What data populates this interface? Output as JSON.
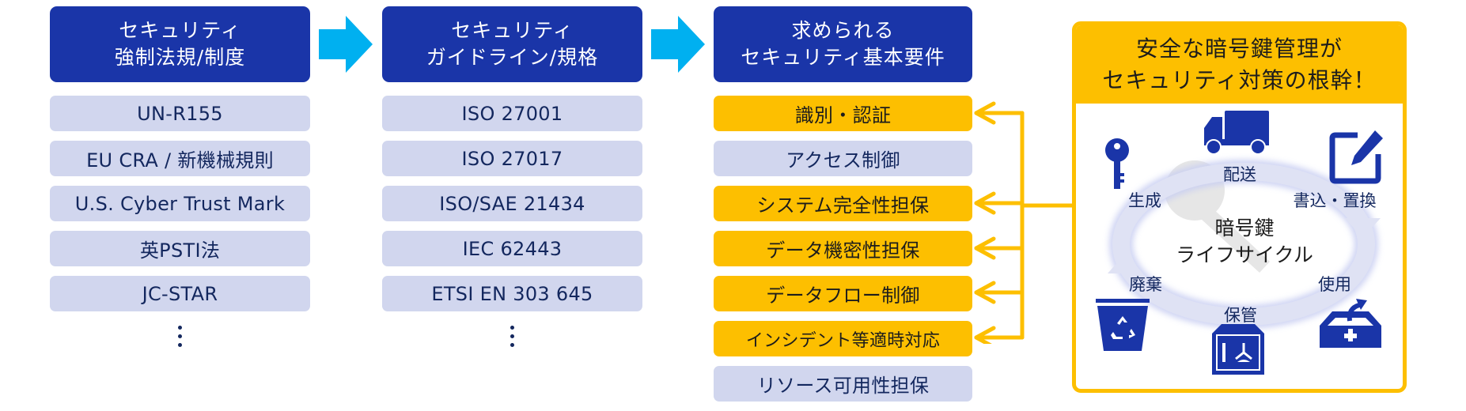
{
  "colors": {
    "header_bg": "#1a35a8",
    "flow_arrow": "#00b0f0",
    "item_bg": "#d1d6ee",
    "item_text": "#13275e",
    "highlight_bg": "#fdbf00",
    "connector": "#fdbf00",
    "icon": "#1a35a8"
  },
  "columns": [
    {
      "header": {
        "line1": "セキュリティ",
        "line2": "強制法規/制度"
      },
      "items": [
        {
          "label": "UN-R155",
          "highlighted": false
        },
        {
          "label": "EU CRA / 新機械規則",
          "highlighted": false
        },
        {
          "label": "U.S. Cyber Trust Mark",
          "highlighted": false
        },
        {
          "label": "英PSTI法",
          "highlighted": false
        },
        {
          "label": "JC-STAR",
          "highlighted": false
        }
      ],
      "more": "⋮"
    },
    {
      "header": {
        "line1": "セキュリティ",
        "line2": "ガイドライン/規格"
      },
      "items": [
        {
          "label": "ISO 27001",
          "highlighted": false
        },
        {
          "label": "ISO 27017",
          "highlighted": false
        },
        {
          "label": "ISO/SAE 21434",
          "highlighted": false
        },
        {
          "label": "IEC 62443",
          "highlighted": false
        },
        {
          "label": "ETSI EN 303 645",
          "highlighted": false
        }
      ],
      "more": "⋮"
    },
    {
      "header": {
        "line1": "求められる",
        "line2": "セキュリティ基本要件"
      },
      "items": [
        {
          "label": "識別・認証",
          "highlighted": true
        },
        {
          "label": "アクセス制御",
          "highlighted": false
        },
        {
          "label": "システム完全性担保",
          "highlighted": true
        },
        {
          "label": "データ機密性担保",
          "highlighted": true
        },
        {
          "label": "データフロー制御",
          "highlighted": true
        },
        {
          "label": "インシデント等適時対応",
          "highlighted": true
        },
        {
          "label": "リソース可用性担保",
          "highlighted": false
        }
      ]
    }
  ],
  "panel": {
    "title_line1": "安全な暗号鍵管理が",
    "title_line2": "セキュリティ対策の根幹！",
    "center_line1": "暗号鍵",
    "center_line2": "ライフサイクル",
    "stages": [
      {
        "label": "生成",
        "icon": "key-icon"
      },
      {
        "label": "配送",
        "icon": "truck-icon"
      },
      {
        "label": "書込・置換",
        "icon": "edit-icon"
      },
      {
        "label": "使用",
        "icon": "inbox-out-icon"
      },
      {
        "label": "保管",
        "icon": "safe-icon"
      },
      {
        "label": "廃棄",
        "icon": "recycle-bin-icon"
      }
    ]
  }
}
